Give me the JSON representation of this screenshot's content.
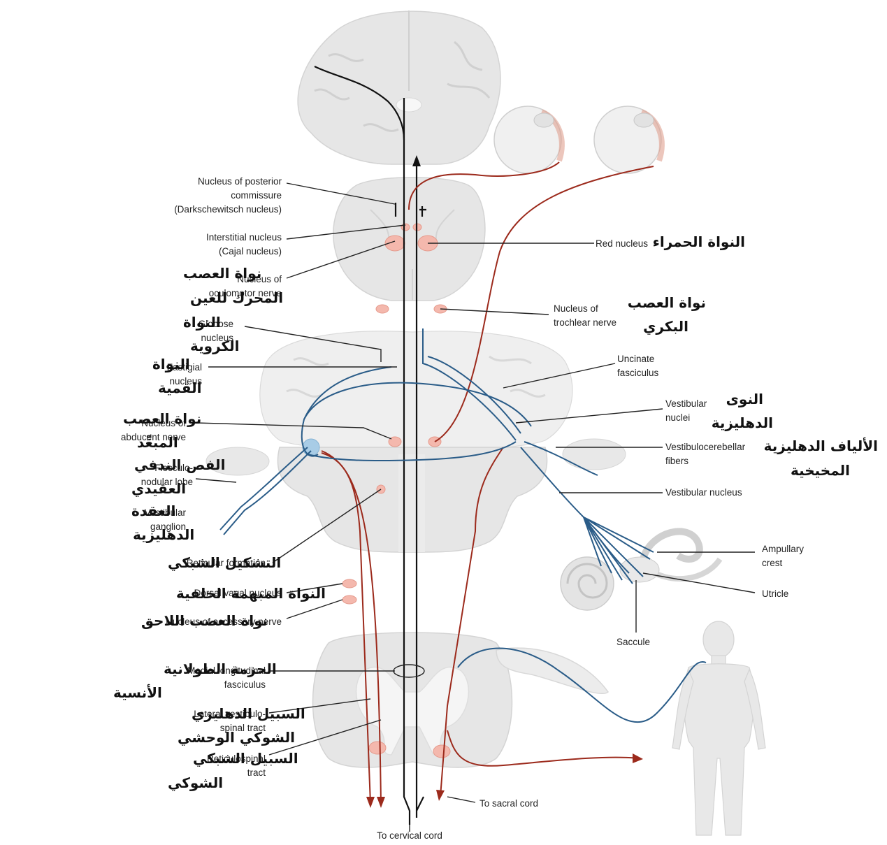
{
  "labels": {
    "posterior_commissure": [
      "Nucleus of posterior",
      "commissure",
      "(Darkschewitsch nucleus)"
    ],
    "interstitial": [
      "Interstitial nucleus",
      "(Cajal nucleus)"
    ],
    "oculomotor": [
      "Nucleus of",
      "oculomotor nerve"
    ],
    "oculomotor_ar": [
      "نواة العصب",
      "المحرك للعين"
    ],
    "red_nucleus": "Red nucleus",
    "red_nucleus_ar": "النواة الحمراء",
    "trochlear": [
      "Nucleus of",
      "trochlear nerve"
    ],
    "trochlear_ar": [
      "نواة العصب",
      "البكري"
    ],
    "globose": [
      "Globose",
      "nucleus"
    ],
    "globose_ar": [
      "النواة",
      "الكروية"
    ],
    "fastigial": [
      "Fastigial",
      "nucleus"
    ],
    "fastigial_ar": [
      "النواة",
      "القمية"
    ],
    "uncinate": [
      "Uncinate",
      "fasciculus"
    ],
    "vestibular_nuclei": [
      "Vestibular",
      "nuclei"
    ],
    "vestibular_nuclei_ar": [
      "النوى",
      "الدهليزية"
    ],
    "abducent": [
      "Nucleus of",
      "abducent nerve"
    ],
    "abducent_ar": [
      "نواة العصب",
      "المبعِّد"
    ],
    "vestibulocerebellar": [
      "Vestibulocerebellar",
      "fibers"
    ],
    "vestibulocerebellar_ar": [
      "الألياف الدهليزية",
      "المخيخية"
    ],
    "flocculonodular": [
      "Flocculo-",
      "nodular lobe"
    ],
    "flocculonodular_ar": [
      "الفص الندفي",
      "العقيدي"
    ],
    "vestibular_nucleus": "Vestibular nucleus",
    "vestibular_ganglion": [
      "Vestibular",
      "ganglion"
    ],
    "vestibular_ganglion_ar": [
      "العقدة",
      "الدهليزية"
    ],
    "ampullary": [
      "Ampullary",
      "crest"
    ],
    "reticular_formation": "Reticular formation",
    "reticular_formation_ar": "التشكيل الشبكي",
    "utricle": "Utricle",
    "dorsal_vagal": "Dorsal vagal nucleus",
    "dorsal_vagal_ar": "النواة المبهمة الخلفية",
    "accessory": "Nucleus of accessory nerve",
    "accessory_ar": "نواة العصب اللاحق",
    "saccule": "Saccule",
    "mlf": [
      "Medial longitudinal",
      "fasciculus"
    ],
    "mlf_ar": [
      "الحزمة الطولانية",
      "الأنسية"
    ],
    "lateral_vs": [
      "Lateral vestibulo-",
      "spinal tract"
    ],
    "lateral_vs_ar": [
      "السبيل الدهليزي",
      "الشوكي الوحشي"
    ],
    "reticulospinal": [
      "Reticulospinal",
      "tract"
    ],
    "reticulospinal_ar": [
      "السبيل الشبكي",
      "الشوكي"
    ],
    "sacral": "To sacral cord",
    "cervical": "To cervical cord"
  },
  "colors": {
    "tract_red": "#9c2a1c",
    "tract_blue": "#2a5c88",
    "nucleus_fill": "#f4b8ad",
    "tissue": "#e6e6e6"
  }
}
